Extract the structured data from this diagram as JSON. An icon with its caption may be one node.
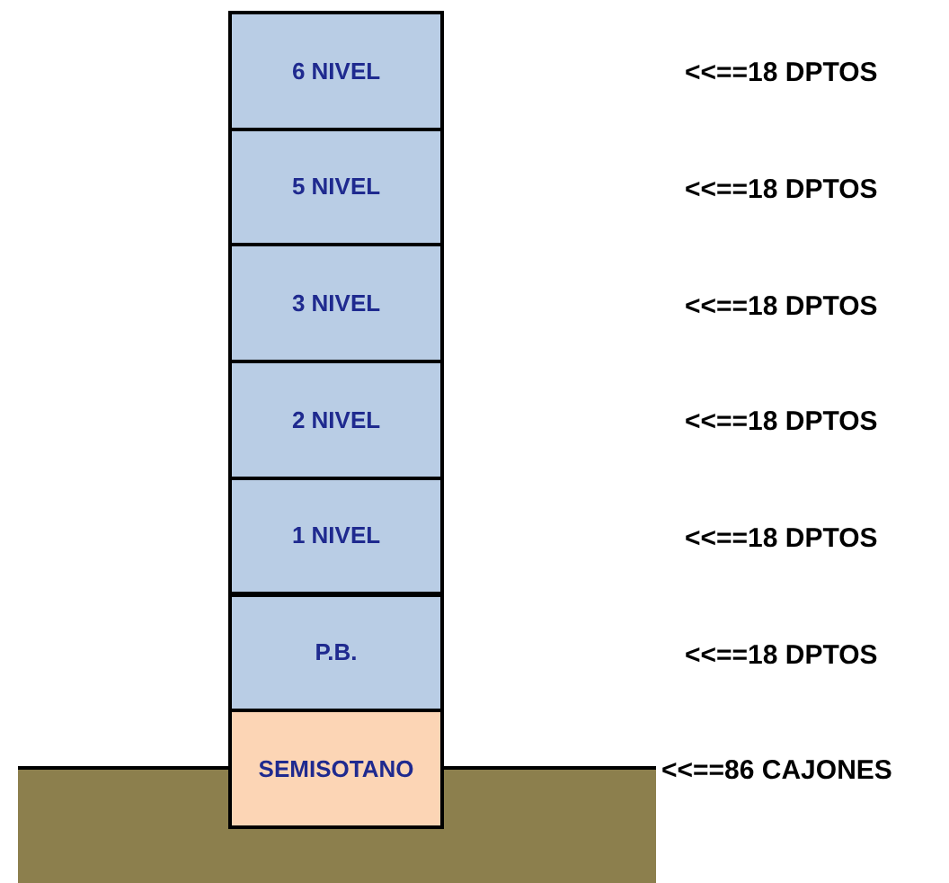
{
  "diagram": {
    "nodes": [
      {
        "text": [
          "6 NIVEL"
        ]
      },
      {
        "text": [
          "5 NIVEL"
        ]
      },
      {
        "text": [
          "3 NIVEL"
        ]
      },
      {
        "text": [
          "2 NIVEL"
        ]
      },
      {
        "text": [
          "1 NIVEL"
        ]
      },
      {
        "text": [
          "P.B."
        ]
      },
      {
        "text": [
          "SEMISOTANO"
        ]
      }
    ],
    "labels": [
      "<<==18 DPTOS",
      "<<==18 DPTOS",
      "<<==18 DPTOS",
      "<<==18 DPTOS",
      "<<==18 DPTOS",
      "<<==18 DPTOS",
      "<<==86 CAJONES"
    ]
  }
}
